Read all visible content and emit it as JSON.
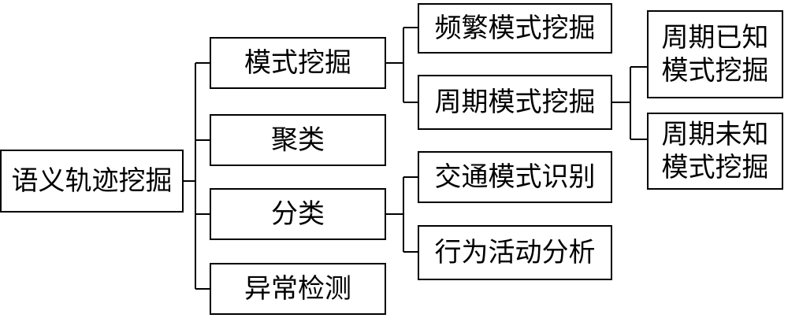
{
  "diagram": {
    "root": "语义轨迹挖掘",
    "level1": [
      "模式挖掘",
      "聚类",
      "分类",
      "异常检测"
    ],
    "pattern_mining_children": [
      "频繁模式挖掘",
      "周期模式挖掘"
    ],
    "classification_children": [
      "交通模式识别",
      "行为活动分析"
    ],
    "periodic_children": [
      {
        "line1": "周期已知",
        "line2": "模式挖掘"
      },
      {
        "line1": "周期未知",
        "line2": "模式挖掘"
      }
    ],
    "line_color": "#000000",
    "box_border_color": "#000000",
    "background_color": "#ffffff"
  }
}
